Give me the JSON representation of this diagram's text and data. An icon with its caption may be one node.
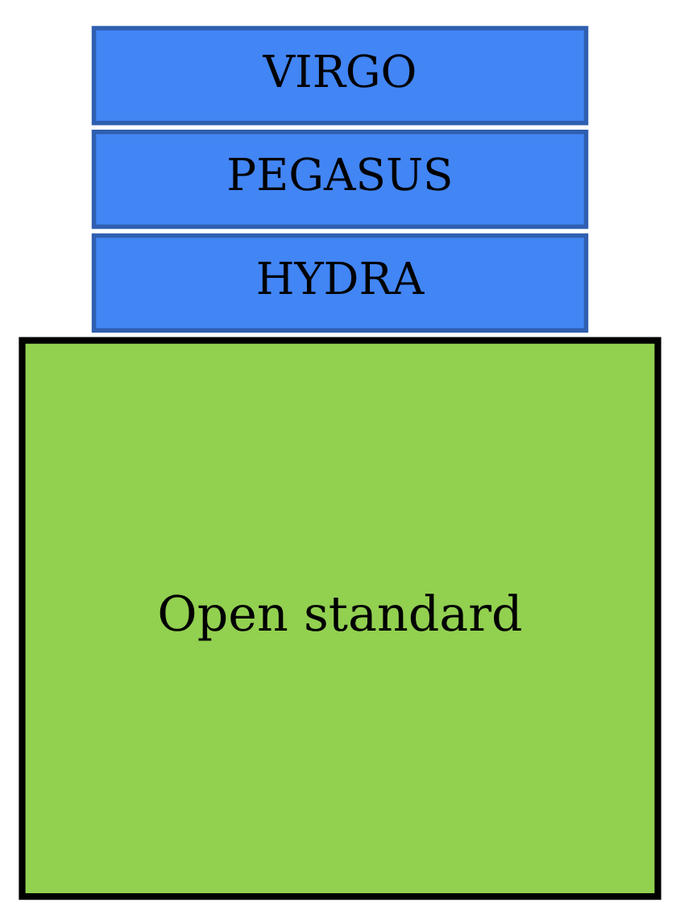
{
  "diagram": {
    "nodes": [
      {
        "text": [
          "Open standard"
        ]
      },
      {
        "text": [
          "HYDRA"
        ]
      },
      {
        "text": [
          "PEGASUS"
        ]
      },
      {
        "text": [
          "VIRGO"
        ]
      }
    ]
  }
}
